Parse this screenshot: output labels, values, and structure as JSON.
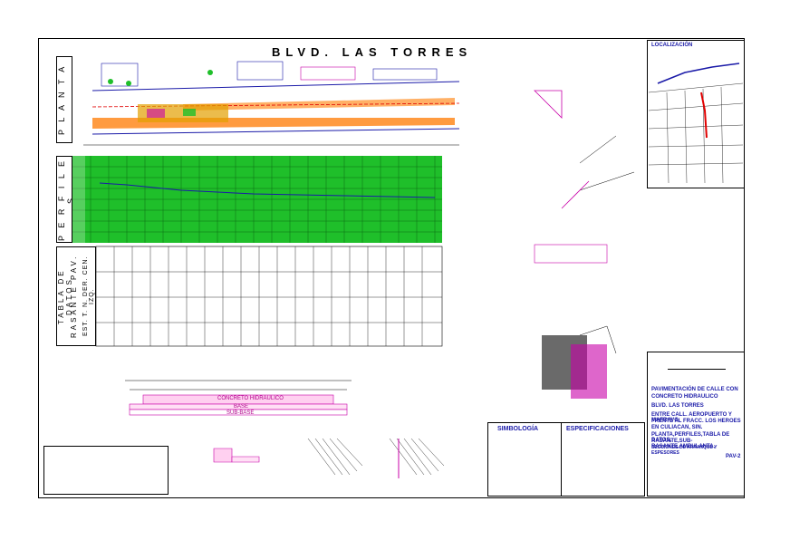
{
  "drawing": {
    "title": "BLVD. LAS TORRES",
    "plan_label": "P L A N T A",
    "profiles_label": "P E R F I L E S",
    "data_table_label_1": "TABLA DE DATOS",
    "data_table_label_2": "RASANTE PAV.",
    "data_table_label_3": "EST. T. N. DER. CEN. IZQ.",
    "location_label": "LOCALIZACIÓN",
    "legend_title": "SIMBOLOGÍA",
    "specs_title": "ESPECIFICACIONES",
    "section_concrete": "CONCRETO HIDRAULICO",
    "section_base": "BASE",
    "section_subbase": "SUB-BASE"
  },
  "title_block": {
    "project_line_1": "PAVIMENTACIÓN DE CALLE CON",
    "project_line_2": "CONCRETO HIDRAULICO",
    "street": "BLVD. LAS TORRES",
    "between": "ENTRE CALL. AEROPUERTO Y MAFRAVG.",
    "front": "FRENTE AL FRACC. LOS HEROES",
    "city": "EN CULIACAN, SIN.",
    "sheet_desc_1": "PLANTA,PERFILES,TABLA DE DATOS,",
    "sheet_desc_2": "RASANTE,SUB-RASANTE,AMBULANTA,",
    "sheet_desc_3": "SECCIONES DE ARRANQUE Y ESPESORES",
    "sheet_no": "PAV-2"
  },
  "colors": {
    "profile_grid": "#1fbf2a",
    "plan_road": "#ff8a1e",
    "magenta": "#c800a8",
    "blue_text": "#1a1aa8",
    "red_route": "#e00000"
  }
}
